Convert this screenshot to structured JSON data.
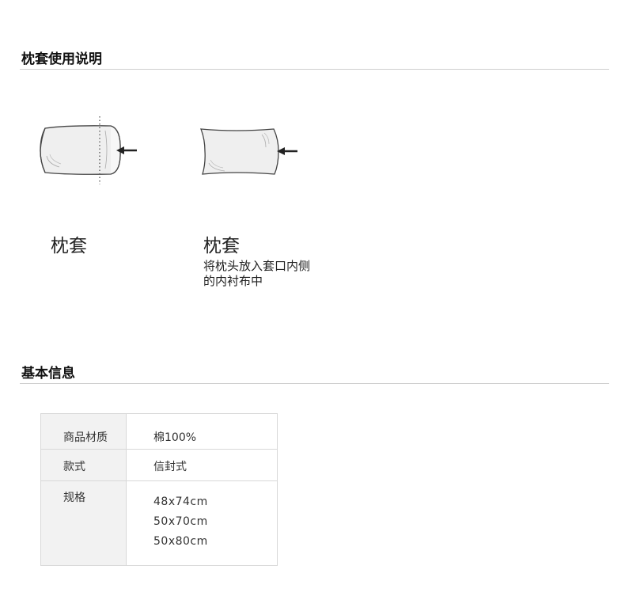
{
  "sections": {
    "usage_title": "枕套使用说明",
    "info_title": "基本信息"
  },
  "illustrations": [
    {
      "caption": "枕套",
      "note_lines": []
    },
    {
      "caption": "枕套",
      "note_lines": [
        "将枕头放入套口内侧",
        "的内衬布中"
      ]
    }
  ],
  "info_table": {
    "material": {
      "label": "商品材质",
      "value": "棉100%"
    },
    "style": {
      "label": "款式",
      "value": "信封式"
    },
    "size": {
      "label": "规格",
      "values": [
        "48x74cm",
        "50x70cm",
        "50x80cm"
      ]
    }
  },
  "icons": [
    "pillow-roll-icon",
    "pillowcase-icon",
    "insert-arrow-icon"
  ],
  "colors": {
    "line": "#cfcfcf",
    "pillow_fill": "#efefef",
    "key_cell_bg": "#f2f2f2"
  }
}
